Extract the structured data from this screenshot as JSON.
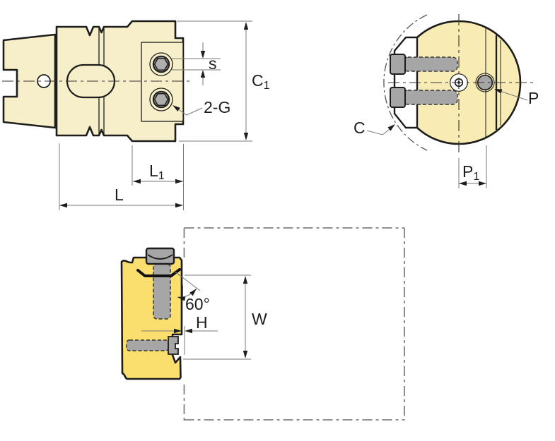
{
  "side_view": {
    "dim_s": "s",
    "dim_c1": "C",
    "dim_c1_sub": "1",
    "screw_note": "2-G",
    "dim_l1": "L",
    "dim_l1_sub": "1",
    "dim_l": "L"
  },
  "front_view": {
    "label_c": "C",
    "label_p": "P",
    "dim_p1": "P",
    "dim_p1_sub": "1"
  },
  "section_view": {
    "angle": "60°",
    "dim_w": "W",
    "dim_h": "H"
  },
  "colors": {
    "body_cream": "#F7EFC9",
    "body_circle": "#F8ECB4",
    "body_yellow": "#FBDF6E",
    "steel_gray": "#A6A6A6",
    "outline": "#1d1d1b",
    "dim_line": "#7a7a7a",
    "phantom_line": "#808080"
  }
}
